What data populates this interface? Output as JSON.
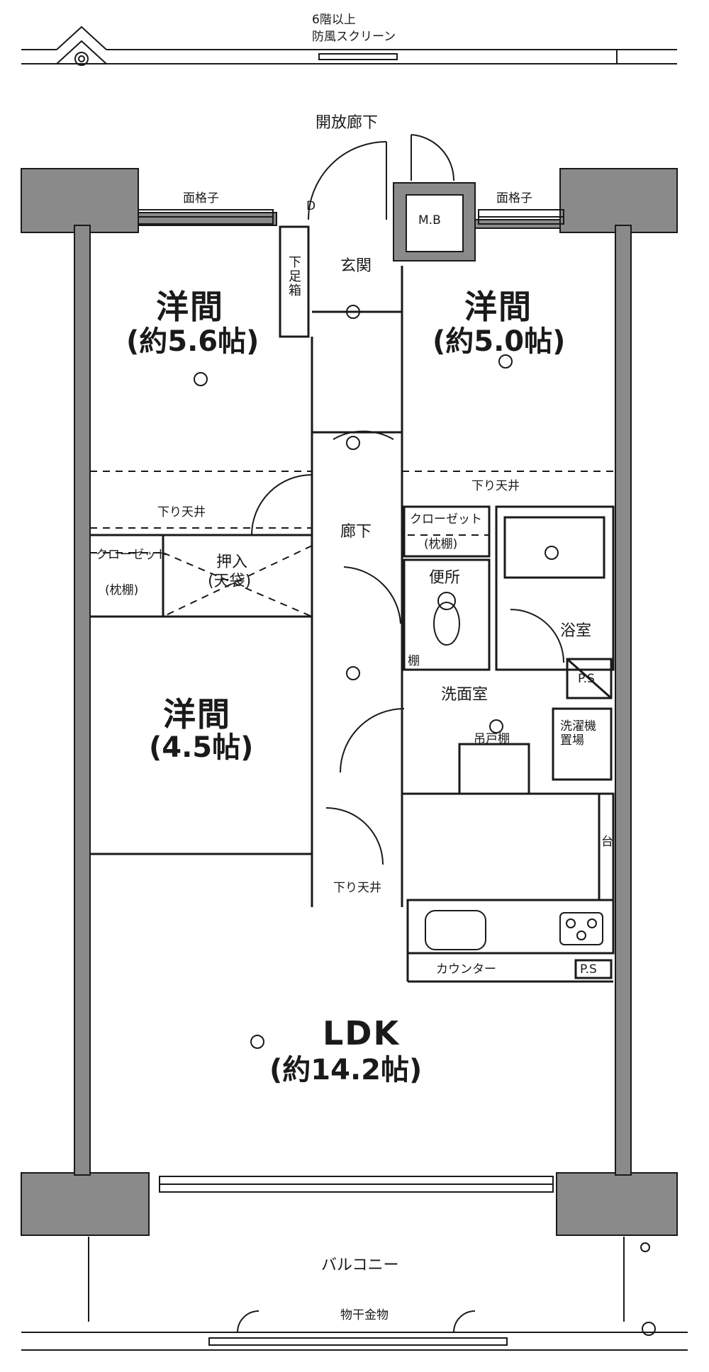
{
  "header": {
    "floor_note": "6階以上",
    "screen_note": "防風スクリーン",
    "corridor": "開放廊下"
  },
  "fixtures": {
    "lattice_left": "面格子",
    "lattice_right": "面格子",
    "mb": "M.B",
    "d_mark": "D",
    "shoe_box": "下足箱",
    "entrance": "玄関",
    "hallway": "廊下",
    "lowered_ceiling_1": "下り天井",
    "lowered_ceiling_2": "下り天井",
    "lowered_ceiling_3": "下り天井",
    "closet_left": "クローゼット",
    "closet_left_sub": "(枕棚)",
    "closet_right": "クローゼット",
    "closet_right_sub": "(枕棚)",
    "oshiire": "押入",
    "oshiire_sub": "(天袋)",
    "toilet": "便所",
    "shelf": "棚",
    "bathroom": "浴室",
    "ps1": "P.S",
    "washroom": "洗面室",
    "hanging_shelf": "吊戸棚",
    "washer_place": "洗濯機置場",
    "counter": "カウンター",
    "ps2": "P.S",
    "balcony": "バルコニー",
    "laundry_hardware": "物干金物",
    "pantry_mark": "台"
  },
  "rooms": {
    "room1_name": "洋間",
    "room1_size": "(約5.6帖)",
    "room2_name": "洋間",
    "room2_size": "(約5.0帖)",
    "room3_name": "洋間",
    "room3_size": "(4.5帖)",
    "ldk_name": "LDK",
    "ldk_size": "(約14.2帖)"
  },
  "colors": {
    "wall": "#8a8a8a",
    "line": "#1a1a1a",
    "background": "#ffffff"
  }
}
